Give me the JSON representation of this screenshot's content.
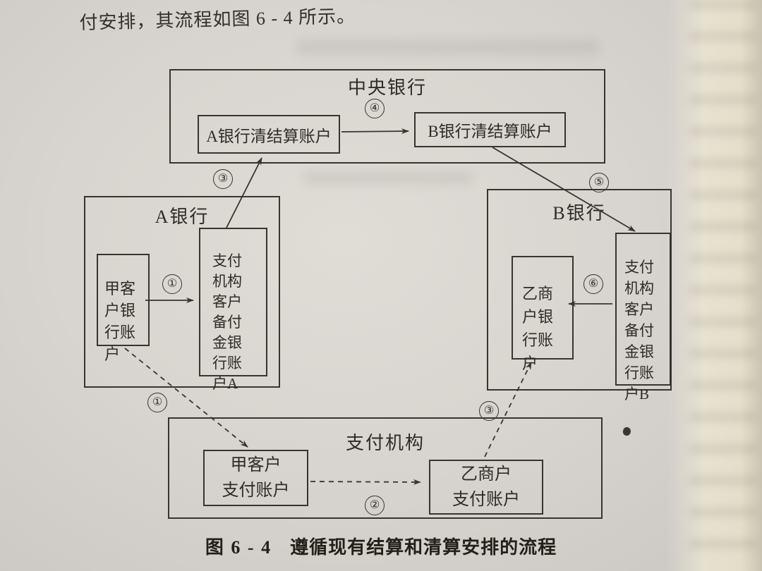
{
  "intro_text": "付安排，其流程如图 6 - 4 所示。",
  "caption": {
    "label": "图 6 - 4",
    "text": "遵循现有结算和清算安排的流程"
  },
  "central_bank": {
    "title": "中央银行",
    "bank_a_clearing_account": "A银行清结算账户",
    "bank_b_clearing_account": "B银行清结算账户"
  },
  "bank_a": {
    "title": "A银行",
    "customer_bank_account": "甲客\n户银\n行账\n户",
    "reserve_account": "支付\n机构\n客户\n备付\n金银\n行账\n户A"
  },
  "bank_b": {
    "title": "B银行",
    "merchant_bank_account": "乙商\n户银\n行账\n户",
    "reserve_account": "支付\n机构\n客户\n备付\n金银\n行账\n户B"
  },
  "payment_institution": {
    "title": "支付机构",
    "customer_payment_account": "甲客户\n支付账户",
    "merchant_payment_account": "乙商户\n支付账户"
  },
  "step_labels": {
    "s1_bank": "①",
    "s1_dashed": "①",
    "s2": "②",
    "s3_solid": "③",
    "s3_dashed": "③",
    "s4": "④",
    "s5": "⑤",
    "s6": "⑥"
  },
  "flows": [
    {
      "step": "1",
      "from": "甲客户银行账户",
      "to": "支付机构客户备付金银行账户A",
      "style": "solid"
    },
    {
      "step": "1",
      "from": "甲客户银行账户",
      "to": "甲客户支付账户",
      "style": "dashed"
    },
    {
      "step": "2",
      "from": "甲客户支付账户",
      "to": "乙商户支付账户",
      "style": "dashed"
    },
    {
      "step": "3",
      "from": "支付机构客户备付金银行账户A",
      "to": "A银行清结算账户",
      "style": "solid"
    },
    {
      "step": "3",
      "from": "乙商户支付账户",
      "to": "乙商户银行账户",
      "style": "dashed"
    },
    {
      "step": "4",
      "from": "A银行清结算账户",
      "to": "B银行清结算账户",
      "style": "solid"
    },
    {
      "step": "5",
      "from": "B银行清结算账户",
      "to": "支付机构客户备付金银行账户B",
      "style": "solid"
    },
    {
      "step": "6",
      "from": "支付机构客户备付金银行账户B",
      "to": "乙商户银行账户",
      "style": "solid"
    }
  ],
  "colors": {
    "page": "#d8d4cf",
    "line": "#38342f",
    "text": "#2f2c28"
  }
}
